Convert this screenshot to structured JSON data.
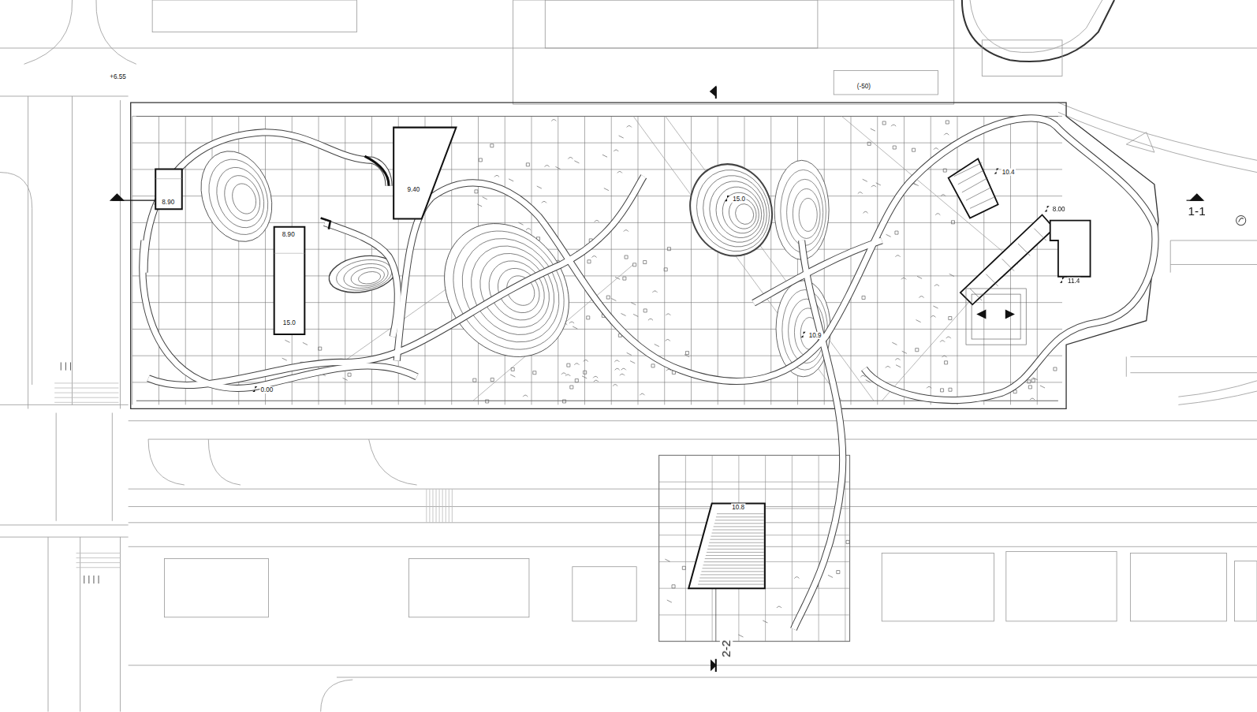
{
  "diagram": {
    "nodes": [
      {
        "text": [
          "8.90"
        ]
      },
      {
        "text": [
          "8.90",
          "15.0"
        ]
      },
      {
        "text": [
          "9.40"
        ]
      },
      {
        "text": [
          "10.8"
        ]
      }
    ],
    "labels": [
      "+6.55",
      "(-50)",
      "15.0",
      "10.9",
      "10.4",
      "8.00",
      "11.4",
      "0.00",
      "1-1",
      "2-2"
    ]
  }
}
